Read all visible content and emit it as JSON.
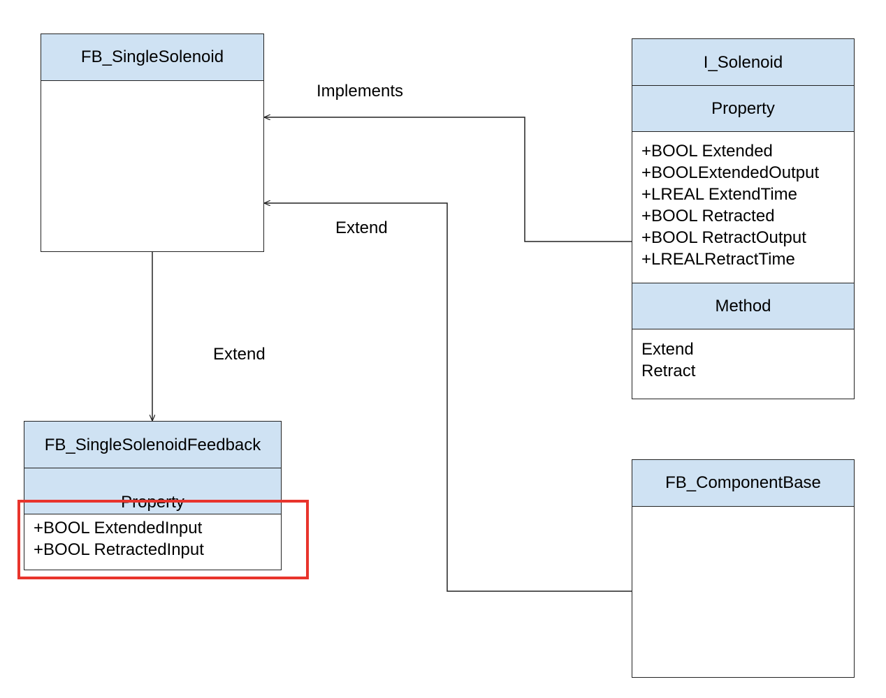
{
  "classes": {
    "fb_single_solenoid": {
      "title": "FB_SingleSolenoid"
    },
    "i_solenoid": {
      "title": "I_Solenoid",
      "property_header": "Property",
      "properties": [
        "+BOOL Extended",
        "+BOOLExtendedOutput",
        "+LREAL ExtendTime",
        "+BOOL Retracted",
        "+BOOL RetractOutput",
        "+LREALRetractTime"
      ],
      "method_header": "Method",
      "methods": [
        "Extend",
        "Retract"
      ]
    },
    "fb_single_solenoid_feedback": {
      "title": "FB_SingleSolenoidFeedback",
      "property_header": "Property",
      "properties": [
        "+BOOL ExtendedInput",
        "+BOOL RetractedInput"
      ]
    },
    "fb_component_base": {
      "title": "FB_ComponentBase"
    }
  },
  "relations": {
    "implements_label": "Implements",
    "extend_label_base": "Extend",
    "extend_label_feedback": "Extend"
  },
  "colors": {
    "header_fill": "#cfe2f3",
    "border": "#222222",
    "highlight": "#e8342c"
  }
}
